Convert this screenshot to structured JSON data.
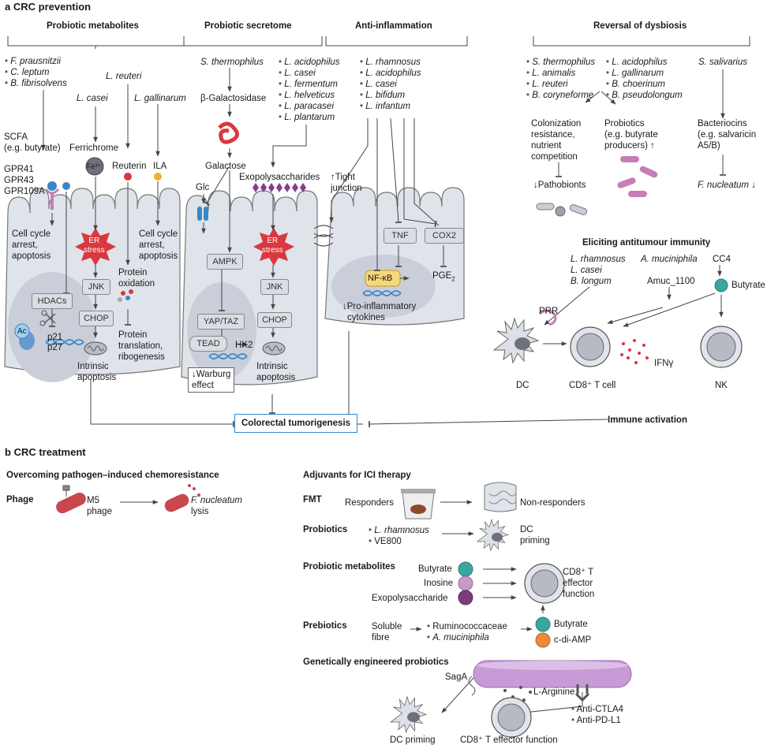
{
  "panel_a": {
    "letter": "a",
    "title": "CRC prevention",
    "sections": {
      "metabolites": "Probiotic metabolites",
      "secretome": "Probiotic secretome",
      "anti_inflammation": "Anti-inflammation",
      "dysbiosis": "Reversal of dysbiosis",
      "immunity": "Eliciting antitumour immunity"
    },
    "metabolites": {
      "species_group": [
        "F. prausnitzii",
        "C. leptum",
        "B. fibrisolvens"
      ],
      "l_reuteri": "L. reuteri",
      "l_casei": "L. casei",
      "l_gallinarum": "L. gallinarum",
      "scfa_line1": "SCFA",
      "scfa_line2": "(e.g. butyrate)",
      "ferrichrome": "Ferrichrome",
      "fe": "Fe³⁺",
      "reuterin": "Reuterin",
      "ila": "ILA",
      "receptors": [
        "GPR41",
        "GPR43",
        "GPR109A"
      ],
      "cell_cycle_1": [
        "Cell cycle",
        "arrest,",
        "apoptosis"
      ],
      "cell_cycle_2": [
        "Cell cycle",
        "arrest,",
        "apoptosis"
      ],
      "er_stress": [
        "ER",
        "stress"
      ],
      "jnk": "JNK",
      "chop": "CHOP",
      "intrinsic_apoptosis": [
        "Intrinsic",
        "apoptosis"
      ],
      "protein_oxidation": [
        "Protein",
        "oxidation"
      ],
      "protein_translation": [
        "Protein",
        "translation,",
        "ribogenesis"
      ],
      "hdacs": "HDACs",
      "ac": "Ac",
      "p21": "p21",
      "p27": "p27"
    },
    "secretome": {
      "s_thermophilus": "S. thermophilus",
      "species_group": [
        "L. acidophilus",
        "L. casei",
        "L. fermentum",
        "L. helveticus",
        "L. paracasei",
        "L. plantarum"
      ],
      "b_galactosidase": "β-Galactosidase",
      "galactose": "Galactose",
      "glc": "Glc",
      "exopolysaccharides": "Exopolysaccharides",
      "ampk": "AMPK",
      "yap_taz": "YAP/TAZ",
      "tead": "TEAD",
      "hk2": "HK2",
      "warburg": [
        "↓Warburg",
        "effect"
      ],
      "er_stress": [
        "ER",
        "stress"
      ],
      "jnk": "JNK",
      "chop": "CHOP",
      "intrinsic_apoptosis": [
        "Intrinsic",
        "apoptosis"
      ]
    },
    "anti_inflammation": {
      "species_group": [
        "L. rhamnosus",
        "L. acidophilus",
        "L. casei",
        "L. bifidum",
        "L. infantum"
      ],
      "tight_junction": [
        "↑Tight",
        "junction"
      ],
      "tnf": "TNF",
      "cox2": "COX2",
      "pge2": "PGE",
      "pge2_sub": "2",
      "nfkb": "NF-κB",
      "pro_inflammatory": [
        "↓Pro-inflammatory",
        "cytokines"
      ]
    },
    "dysbiosis": {
      "group_left": [
        "S. thermophilus",
        "L. animalis",
        "L. reuteri",
        "B. coryneforme"
      ],
      "group_right": [
        "L. acidophilus",
        "L. gallinarum",
        "B. choerinum",
        "B. pseudolongum"
      ],
      "s_salivarius": "S. salivarius",
      "colonization": [
        "Colonization",
        "resistance,",
        "nutrient",
        "competition"
      ],
      "probiotics": [
        "Probiotics",
        "(e.g. butyrate",
        "producers) ↑"
      ],
      "bacteriocins": [
        "Bacteriocins",
        "(e.g. salvaricin",
        "A5/B)"
      ],
      "pathobionts": "↓Pathobionts",
      "f_nucleatum": "F. nucleatum",
      "f_nucleatum_suffix": " ↓"
    },
    "immunity": {
      "lacto_group": [
        "L. rhamnosus",
        "L. casei",
        "B. longum"
      ],
      "a_muciniphila": "A. muciniphila",
      "amuc": "Amuc_1100",
      "cc4": "CC4",
      "butyrate": "Butyrate",
      "prr": "PRR",
      "ifn": "IFNγ",
      "dc": "DC",
      "cd8": "CD8⁺ T cell",
      "nk": "NK"
    },
    "outcome": "Colorectal tumorigenesis",
    "immune_activation": "Immune activation"
  },
  "panel_b": {
    "letter": "b",
    "title": "CRC treatment",
    "chemoresistance_title": "Overcoming pathogen–induced chemoresistance",
    "phage_label": "Phage",
    "m5_phage": [
      "M5",
      "phage"
    ],
    "f_nucleatum_lysis": [
      "F. nucleatum",
      "lysis"
    ],
    "ici_title": "Adjuvants for ICI therapy",
    "fmt": {
      "label": "FMT",
      "responders": "Responders",
      "non_responders": "Non-responders"
    },
    "probiotics": {
      "label": "Probiotics",
      "items": [
        "L. rhamnosus",
        "VE800"
      ],
      "dc_priming": [
        "DC",
        "priming"
      ]
    },
    "metabolites": {
      "label": "Probiotic metabolites",
      "items": [
        "Butyrate",
        "Inosine",
        "Exopolysaccharide"
      ],
      "cd8": [
        "CD8⁺ T",
        "effector",
        "function"
      ]
    },
    "prebiotics": {
      "label": "Prebiotics",
      "soluble_fibre": [
        "Soluble",
        "fibre"
      ],
      "items": [
        "Ruminococcaceae",
        "A. muciniphila"
      ],
      "butyrate": "Butyrate",
      "cdiamp": "c-di-AMP"
    },
    "engineered": {
      "label": "Genetically engineered probiotics",
      "saga": "SagA",
      "arginine": "L-Arginine",
      "antibodies": [
        "Anti-CTLA4",
        "Anti-PD-L1"
      ],
      "dc_priming": "DC priming",
      "cd8": "CD8⁺ T effector function"
    }
  },
  "colors": {
    "cell_fill": "#dfe3ea",
    "nucleus_fill": "#c9ced8",
    "er_red": "#d9383e",
    "probiotic_pink": "#c77db8",
    "bacterium_red": "#c8484c",
    "butyrate_teal": "#3aa6a0",
    "inosine_lilac": "#c49ac7",
    "eps_purple": "#7c3e7a",
    "cdiamp_orange": "#ec8a3a",
    "exopoly_purple": "#8a3a8f",
    "fmt_brown": "#8a4b2a"
  }
}
